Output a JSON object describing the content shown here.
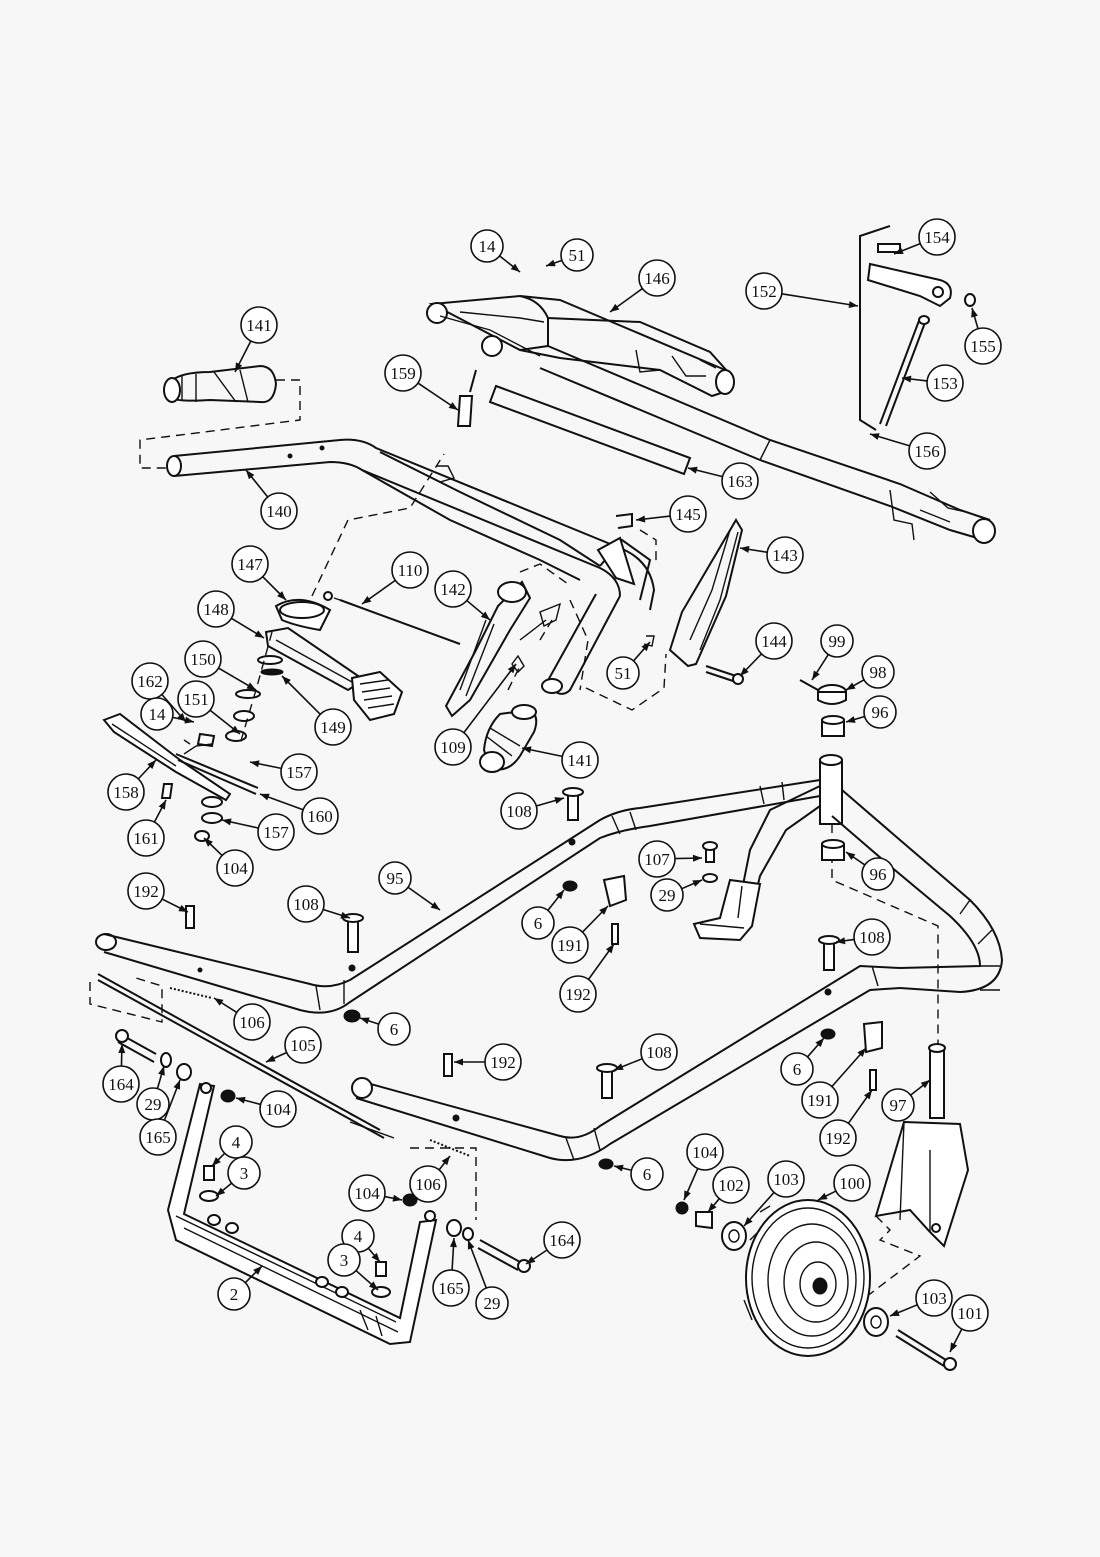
{
  "parts": [
    {
      "id": "c141a",
      "label": "141"
    },
    {
      "id": "c14a",
      "label": "14"
    },
    {
      "id": "c51a",
      "label": "51"
    },
    {
      "id": "c146",
      "label": "146"
    },
    {
      "id": "c154",
      "label": "154"
    },
    {
      "id": "c152",
      "label": "152"
    },
    {
      "id": "c155",
      "label": "155"
    },
    {
      "id": "c153",
      "label": "153"
    },
    {
      "id": "c156",
      "label": "156"
    },
    {
      "id": "c159",
      "label": "159"
    },
    {
      "id": "c140",
      "label": "140"
    },
    {
      "id": "c163",
      "label": "163"
    },
    {
      "id": "c145",
      "label": "145"
    },
    {
      "id": "c143",
      "label": "143"
    },
    {
      "id": "c147",
      "label": "147"
    },
    {
      "id": "c110",
      "label": "110"
    },
    {
      "id": "c142",
      "label": "142"
    },
    {
      "id": "c148",
      "label": "148"
    },
    {
      "id": "c144",
      "label": "144"
    },
    {
      "id": "c99",
      "label": "99"
    },
    {
      "id": "c98",
      "label": "98"
    },
    {
      "id": "c150",
      "label": "150"
    },
    {
      "id": "c51b",
      "label": "51"
    },
    {
      "id": "c162",
      "label": "162"
    },
    {
      "id": "c14b",
      "label": "14"
    },
    {
      "id": "c151",
      "label": "151"
    },
    {
      "id": "c149",
      "label": "149"
    },
    {
      "id": "c96a",
      "label": "96"
    },
    {
      "id": "c109",
      "label": "109"
    },
    {
      "id": "c141b",
      "label": "141"
    },
    {
      "id": "c157a",
      "label": "157"
    },
    {
      "id": "c158",
      "label": "158"
    },
    {
      "id": "c108a",
      "label": "108"
    },
    {
      "id": "c160",
      "label": "160"
    },
    {
      "id": "c161",
      "label": "161"
    },
    {
      "id": "c157b",
      "label": "157"
    },
    {
      "id": "c107",
      "label": "107"
    },
    {
      "id": "c104a",
      "label": "104"
    },
    {
      "id": "c96b",
      "label": "96"
    },
    {
      "id": "c95",
      "label": "95"
    },
    {
      "id": "c29a",
      "label": "29"
    },
    {
      "id": "c192a",
      "label": "192"
    },
    {
      "id": "c108b",
      "label": "108"
    },
    {
      "id": "c6a",
      "label": "6"
    },
    {
      "id": "c108c",
      "label": "108"
    },
    {
      "id": "c191a",
      "label": "191"
    },
    {
      "id": "c192b",
      "label": "192"
    },
    {
      "id": "c106a",
      "label": "106"
    },
    {
      "id": "c6b",
      "label": "6"
    },
    {
      "id": "c105",
      "label": "105"
    },
    {
      "id": "c108d",
      "label": "108"
    },
    {
      "id": "c192c",
      "label": "192"
    },
    {
      "id": "c6c",
      "label": "6"
    },
    {
      "id": "c164a",
      "label": "164"
    },
    {
      "id": "c29b",
      "label": "29"
    },
    {
      "id": "c104b",
      "label": "104"
    },
    {
      "id": "c191b",
      "label": "191"
    },
    {
      "id": "c97",
      "label": "97"
    },
    {
      "id": "c165a",
      "label": "165"
    },
    {
      "id": "c192d",
      "label": "192"
    },
    {
      "id": "c4a",
      "label": "4"
    },
    {
      "id": "c3a",
      "label": "3"
    },
    {
      "id": "c6d",
      "label": "6"
    },
    {
      "id": "c104c",
      "label": "104"
    },
    {
      "id": "c104d",
      "label": "104"
    },
    {
      "id": "c106b",
      "label": "106"
    },
    {
      "id": "c102",
      "label": "102"
    },
    {
      "id": "c103a",
      "label": "103"
    },
    {
      "id": "c100",
      "label": "100"
    },
    {
      "id": "c164b",
      "label": "164"
    },
    {
      "id": "c4b",
      "label": "4"
    },
    {
      "id": "c3b",
      "label": "3"
    },
    {
      "id": "c2",
      "label": "2"
    },
    {
      "id": "c165b",
      "label": "165"
    },
    {
      "id": "c29c",
      "label": "29"
    },
    {
      "id": "c103b",
      "label": "103"
    },
    {
      "id": "c101",
      "label": "101"
    }
  ]
}
